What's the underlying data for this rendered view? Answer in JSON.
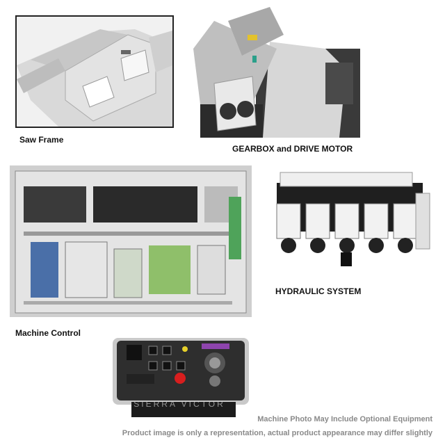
{
  "captions": {
    "saw_frame": "Saw Frame",
    "gearbox": "GEARBOX and DRIVE MOTOR",
    "machine_control": "Machine Control",
    "hydraulic": "HYDRAULIC SYSTEM"
  },
  "watermark": "SIERRA VICTOR",
  "footnotes": {
    "line1": "Machine Photo May Include Optional Equipment",
    "line2": "Product image is only a representation, actual product appearance may differ slightly"
  },
  "colors": {
    "page_bg": "#ffffff",
    "frame_border": "#222222",
    "panel_dark": "#2e2e2e",
    "emergency_red": "#d81e1e",
    "hydraulic_black": "#1a1a1a"
  }
}
